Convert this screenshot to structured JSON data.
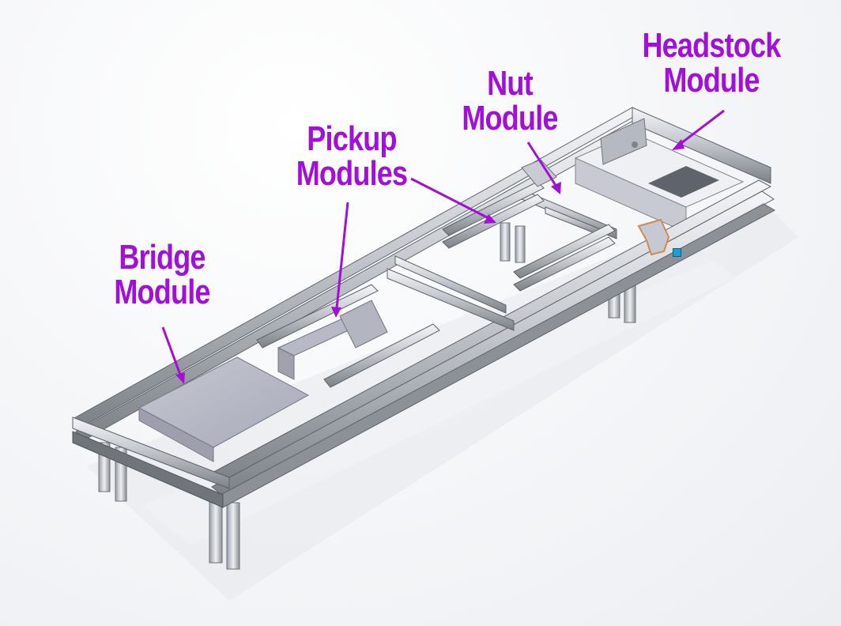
{
  "title": "",
  "labels": {
    "headstock": [
      "Headstock",
      "Module"
    ],
    "nut": [
      "Nut",
      "Module"
    ],
    "pickup": [
      "Pickup",
      "Modules"
    ],
    "bridge": [
      "Bridge",
      "Module"
    ]
  },
  "colors": {
    "label": "#a20fd8",
    "aluminum": "#c9cdd3",
    "aluminum_dark": "#6e737a",
    "plate": "#b9bcc8",
    "selection_handle": "#1aa0d8",
    "selected_part": "#d08a55"
  }
}
